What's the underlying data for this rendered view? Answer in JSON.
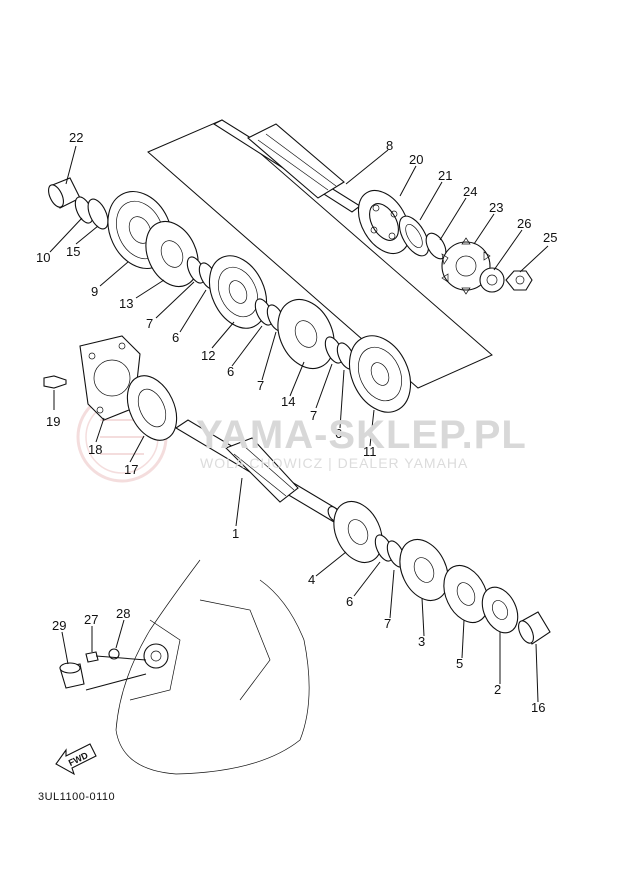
{
  "diagram": {
    "callouts": [
      "22",
      "8",
      "20",
      "21",
      "24",
      "23",
      "26",
      "25",
      "10",
      "15",
      "9",
      "13",
      "7",
      "6",
      "12",
      "6",
      "7",
      "14",
      "7",
      "6",
      "11",
      "19",
      "18",
      "17",
      "1",
      "4",
      "6",
      "7",
      "3",
      "5",
      "2",
      "16",
      "29",
      "27",
      "28"
    ],
    "watermark": {
      "main": "YAMA-SKLEP.PL",
      "sub": "WOLA CHOWICZ | DEALER YAMAHA"
    },
    "drawing_code": "3UL1100-0110",
    "fwd_label": "FWD"
  }
}
